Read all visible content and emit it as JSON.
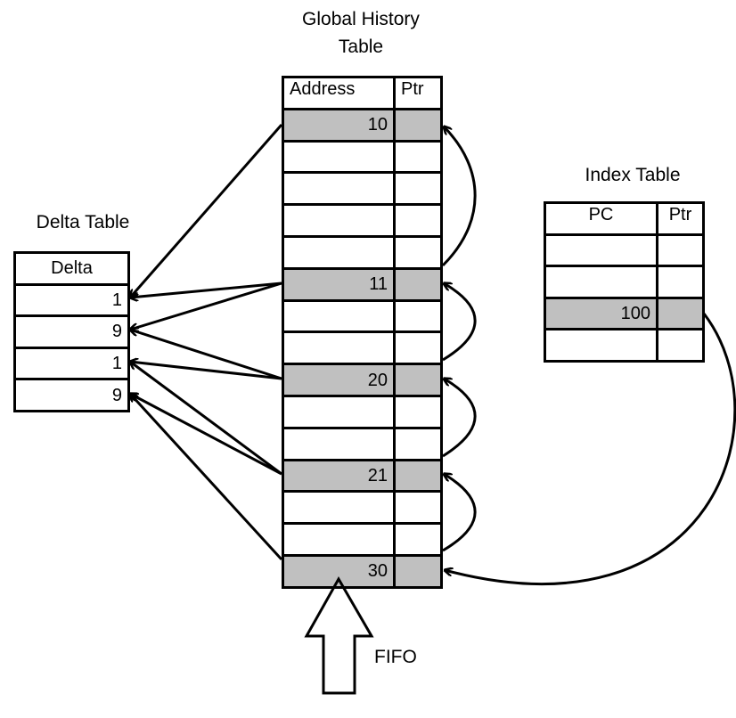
{
  "global_history": {
    "title": "Global History\nTable",
    "headers": [
      "Address",
      "Ptr"
    ],
    "rows": [
      {
        "address": "10",
        "highlight": true
      },
      {
        "address": "",
        "highlight": false
      },
      {
        "address": "",
        "highlight": false
      },
      {
        "address": "",
        "highlight": false
      },
      {
        "address": "",
        "highlight": false
      },
      {
        "address": "11",
        "highlight": true
      },
      {
        "address": "",
        "highlight": false
      },
      {
        "address": "",
        "highlight": false
      },
      {
        "address": "20",
        "highlight": true
      },
      {
        "address": "",
        "highlight": false
      },
      {
        "address": "",
        "highlight": false
      },
      {
        "address": "21",
        "highlight": true
      },
      {
        "address": "",
        "highlight": false
      },
      {
        "address": "",
        "highlight": false
      },
      {
        "address": "30",
        "highlight": true
      }
    ]
  },
  "delta_table": {
    "title": "Delta Table",
    "header": "Delta",
    "rows": [
      "1",
      "9",
      "1",
      "9"
    ]
  },
  "index_table": {
    "title": "Index Table",
    "headers": [
      "PC",
      "Ptr"
    ],
    "rows": [
      {
        "pc": "",
        "highlight": false
      },
      {
        "pc": "",
        "highlight": false
      },
      {
        "pc": "100",
        "highlight": true
      },
      {
        "pc": "",
        "highlight": false
      }
    ]
  },
  "fifo_label": "FIFO",
  "colors": {
    "highlight": "#c0c0c0",
    "line": "#000000"
  }
}
